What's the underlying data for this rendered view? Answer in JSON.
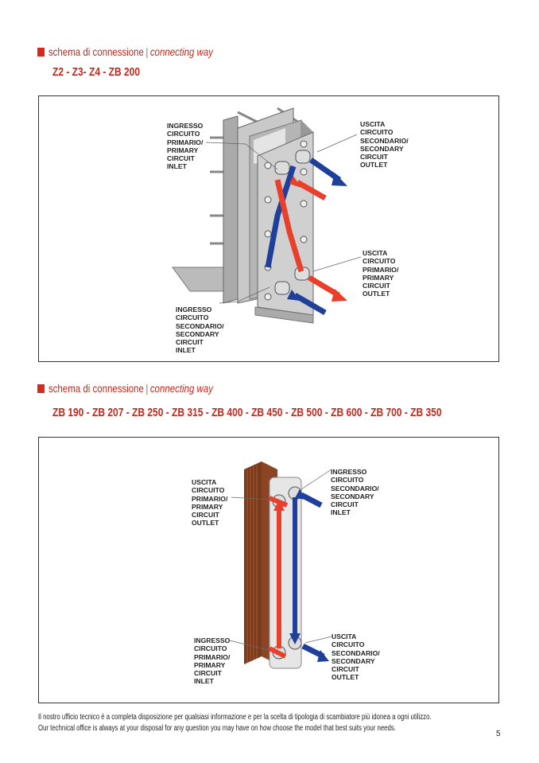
{
  "sections": [
    {
      "heading_it": "schema di connessione",
      "heading_en": "connecting way",
      "models": "Z2 - Z3- Z4 - ZB 200",
      "labels": {
        "primary_inlet": [
          "INGRESSO",
          "CIRCUITO",
          "PRIMARIO/",
          "PRIMARY",
          "CIRCUIT",
          "INLET"
        ],
        "secondary_outlet": [
          "USCITA",
          "CIRCUITO",
          "SECONDARIO/",
          "SECONDARY",
          "CIRCUIT",
          "OUTLET"
        ],
        "primary_outlet": [
          "USCITA",
          "CIRCUITO",
          "PRIMARIO/",
          "PRIMARY",
          "CIRCUIT",
          "OUTLET"
        ],
        "secondary_inlet": [
          "INGRESSO",
          "CIRCUITO",
          "SECONDARIO/",
          "SECONDARY",
          "CIRCUIT",
          "INLET"
        ]
      }
    },
    {
      "heading_it": "schema di connessione",
      "heading_en": "connecting way",
      "models": "ZB 190 - ZB 207 - ZB 250 - ZB 315 - ZB 400 - ZB 450 - ZB 500 - ZB 600 - ZB 700 - ZB 350",
      "labels": {
        "primary_outlet": [
          "USCITA",
          "CIRCUITO",
          "PRIMARIO/",
          "PRIMARY",
          "CIRCUIT",
          "OUTLET"
        ],
        "secondary_inlet": [
          "INGRESSO",
          "CIRCUITO",
          "SECONDARIO/",
          "SECONDARY",
          "CIRCUIT",
          "INLET"
        ],
        "primary_inlet": [
          "INGRESSO",
          "CIRCUITO",
          "PRIMARIO/",
          "PRIMARY",
          "CIRCUIT",
          "INLET"
        ],
        "secondary_outlet": [
          "USCITA",
          "CIRCUITO",
          "SECONDARIO/",
          "SECONDARY",
          "CIRCUIT",
          "OUTLET"
        ]
      }
    }
  ],
  "footer": {
    "line_it": "Il nostro ufficio tecnico è a completa disposizione per qualsiasi informazione e per la scelta di tipologia di scambiatore più idonea a ogni utilizzo.",
    "line_en": "Our technical office is always at your disposal for any question you may have on how choose the model that best suits your needs.",
    "page_number": "5"
  },
  "colors": {
    "accent": "#c8281e",
    "hot": "#e8402a",
    "cold": "#1e3f9a"
  }
}
